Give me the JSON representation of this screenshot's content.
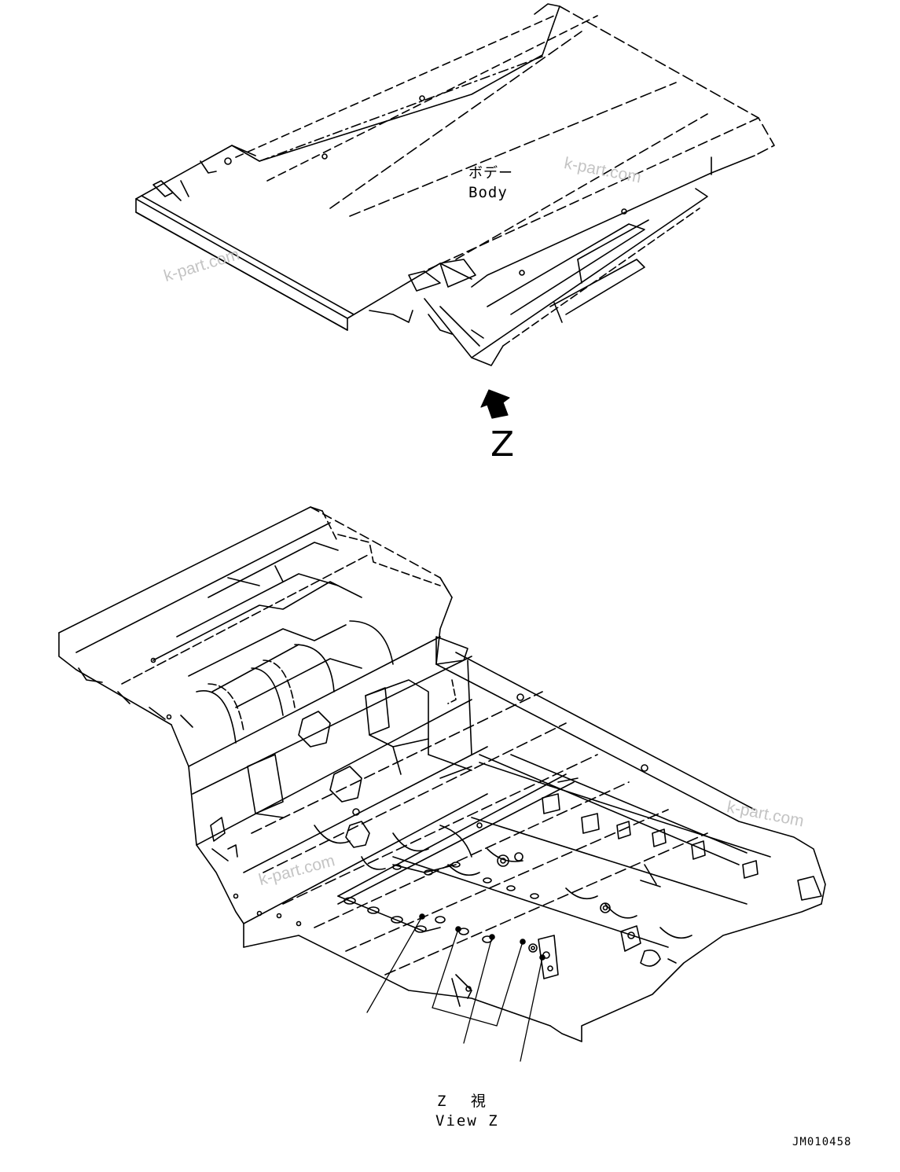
{
  "labels": {
    "body_jp": "ボデー",
    "body_en": "Body",
    "arrow_letter": "Z",
    "view_jp": "Z 視",
    "view_en": "View Z",
    "drawing_no": "JM010458"
  },
  "watermarks": [
    "k-part.com",
    "k-part.com",
    "k-part.com",
    "k-part.com"
  ],
  "colors": {
    "line": "#000000",
    "watermark": "#c4c4c4",
    "background": "#ffffff"
  }
}
